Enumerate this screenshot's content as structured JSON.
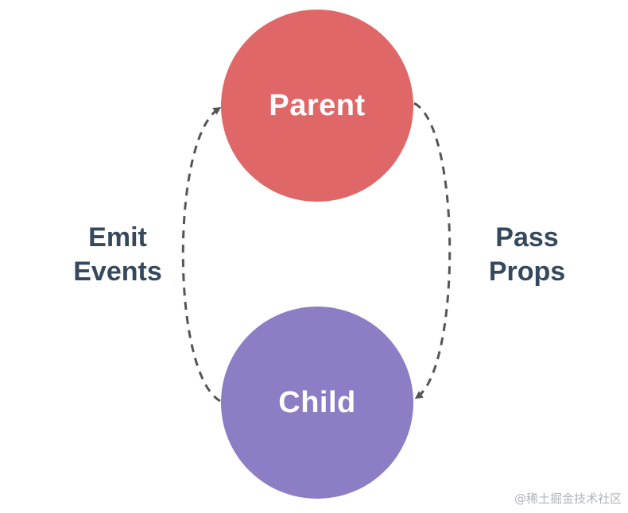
{
  "nodes": {
    "parent": {
      "label": "Parent",
      "color": "#e06767"
    },
    "child": {
      "label": "Child",
      "color": "#8c7dc4"
    }
  },
  "edges": {
    "child_to_parent": {
      "line1": "Emit",
      "line2": "Events"
    },
    "parent_to_child": {
      "line1": "Pass",
      "line2": "Props"
    }
  },
  "arrow_color": "#555555",
  "text_color": "#34495e",
  "watermark": "@稀土掘金技术社区"
}
